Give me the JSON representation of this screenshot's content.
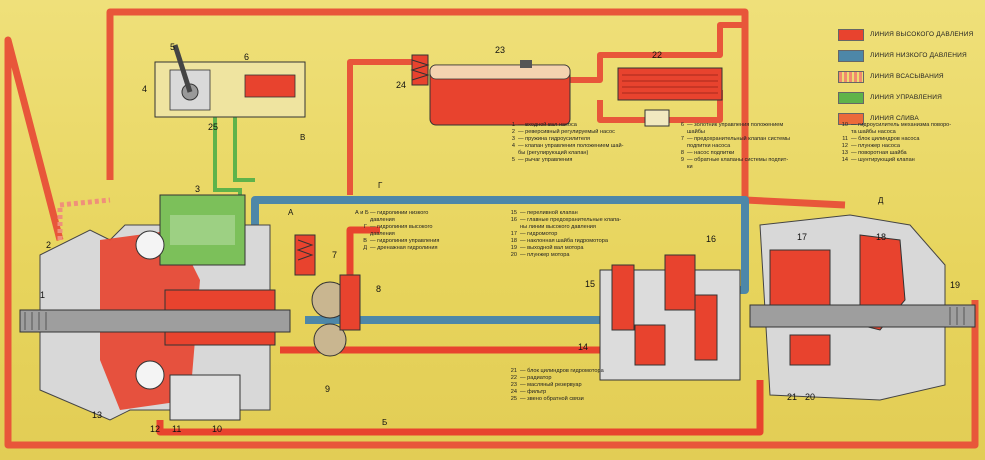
{
  "legend": [
    {
      "label": "ЛИНИЯ ВЫСОКОГО ДАВЛЕНИЯ",
      "color": "#e8432e",
      "pattern": "solid"
    },
    {
      "label": "ЛИНИЯ НИЗКОГО ДАВЛЕНИЯ",
      "color": "#4d87a8",
      "pattern": "solid"
    },
    {
      "label": "ЛИНИЯ ВСАСЫВАНИЯ",
      "color": "#f08a6e",
      "pattern": "dotted"
    },
    {
      "label": "ЛИНИЯ УПРАВЛЕНИЯ",
      "color": "#5fb34a",
      "pattern": "solid"
    },
    {
      "label": "ЛИНИЯ СЛИВА",
      "color": "#ec6a3a",
      "pattern": "solid"
    }
  ],
  "captions_col1": [
    {
      "n": "1",
      "t": "— входной вал насоса"
    },
    {
      "n": "2",
      "t": "— реверсивный регулируемый насос"
    },
    {
      "n": "3",
      "t": "— пружина гидроусилителя"
    },
    {
      "n": "4",
      "t": "— клапан управления положением шай-"
    },
    {
      "n": "",
      "t": "бы (регулирующий клапан)"
    },
    {
      "n": "5",
      "t": "— рычаг управления"
    }
  ],
  "captions_col2": [
    {
      "n": "6",
      "t": "— золотник управления положением"
    },
    {
      "n": "",
      "t": "шайбы"
    },
    {
      "n": "7",
      "t": "— предохранительный клапан системы"
    },
    {
      "n": "",
      "t": "подпитки насоса"
    },
    {
      "n": "8",
      "t": "— насос подпитки"
    },
    {
      "n": "9",
      "t": "— обратные клапаны системы подпит-"
    },
    {
      "n": "",
      "t": "ки"
    }
  ],
  "captions_col3": [
    {
      "n": "10",
      "t": "— гидроусилитель механизма поворо-"
    },
    {
      "n": "",
      "t": "та шайбы насоса"
    },
    {
      "n": "11",
      "t": "— блок цилиндров насоса"
    },
    {
      "n": "12",
      "t": "— плунжер насоса"
    },
    {
      "n": "13",
      "t": "— поворотная шайба"
    },
    {
      "n": "14",
      "t": "— шунтирующий клапан"
    }
  ],
  "captions_lines": [
    {
      "n": "А и Б",
      "t": "— гидролинии низкого"
    },
    {
      "n": "",
      "t": "давления"
    },
    {
      "n": "Г",
      "t": "— гидролиния высокого"
    },
    {
      "n": "",
      "t": "давления"
    },
    {
      "n": "В",
      "t": "— гидролиния управления"
    },
    {
      "n": "Д",
      "t": "— дренажная гидролиния"
    }
  ],
  "captions_col4": [
    {
      "n": "15",
      "t": "— переливной клапан"
    },
    {
      "n": "16",
      "t": "— главные предохранительные клапа-"
    },
    {
      "n": "",
      "t": "ны линии высокого давления"
    },
    {
      "n": "17",
      "t": "— гидромотор"
    },
    {
      "n": "18",
      "t": "— наклонная шайба гидромотора"
    },
    {
      "n": "19",
      "t": "— выходной вал мотора"
    },
    {
      "n": "20",
      "t": "— плунжер мотора"
    }
  ],
  "captions_col5": [
    {
      "n": "21",
      "t": "— блок цилиндров гидромотора"
    },
    {
      "n": "22",
      "t": "— радиатор"
    },
    {
      "n": "23",
      "t": "— масляный резервуар"
    },
    {
      "n": "24",
      "t": "— фильтр"
    },
    {
      "n": "25",
      "t": "— звено обратной связи"
    }
  ],
  "callouts": [
    "1",
    "2",
    "3",
    "4",
    "5",
    "6",
    "7",
    "8",
    "9",
    "10",
    "11",
    "12",
    "13",
    "14",
    "15",
    "16",
    "17",
    "18",
    "19",
    "20",
    "21",
    "22",
    "23",
    "24",
    "25"
  ],
  "line_letters": [
    "А",
    "Б",
    "В",
    "Г",
    "Д"
  ]
}
